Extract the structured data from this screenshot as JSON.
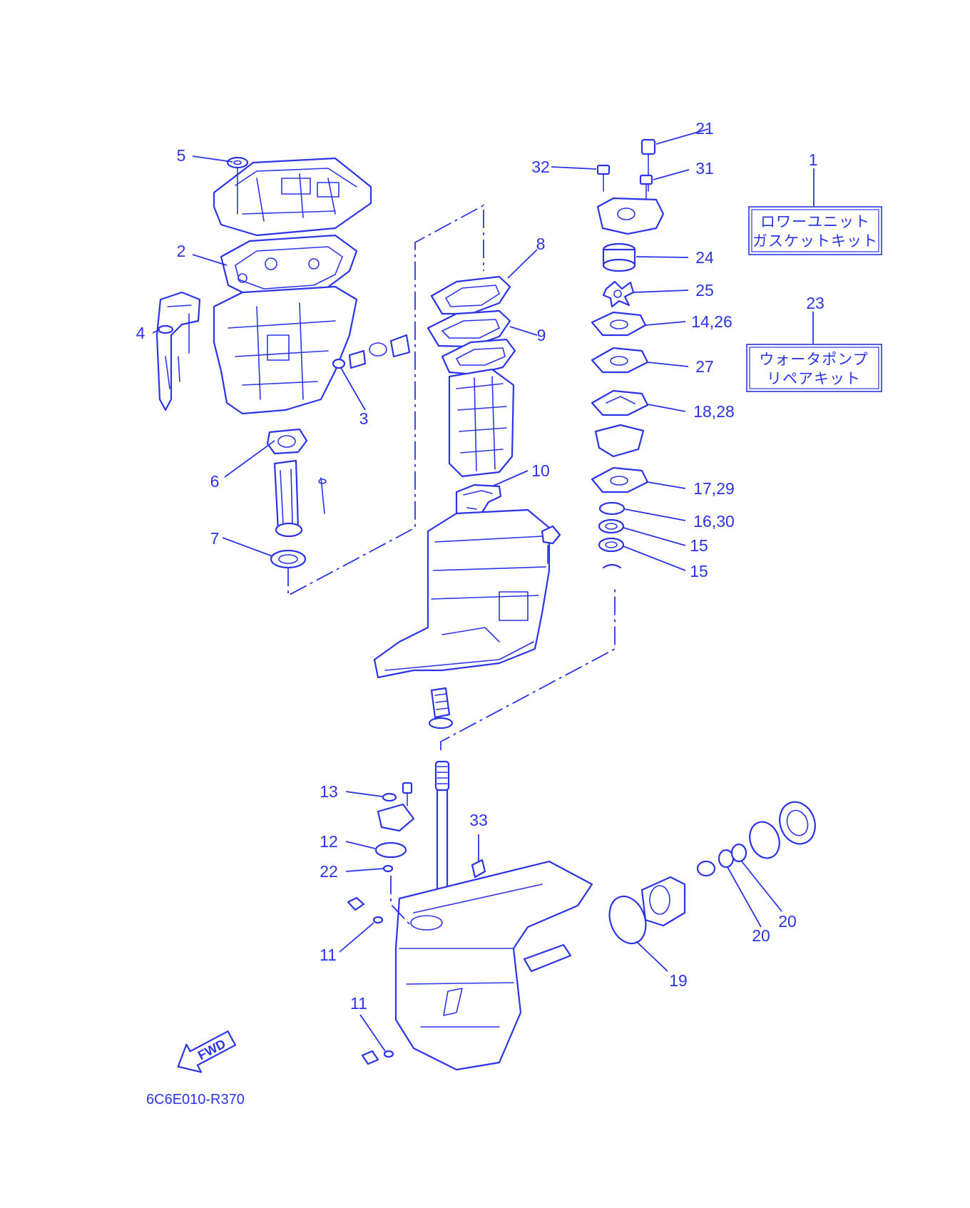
{
  "diagram_code": "6C6E010-R370",
  "fwd_label": "FWD",
  "colors": {
    "ink": "#2b34e6",
    "background": "#ffffff"
  },
  "callouts": {
    "c1": "1",
    "c2": "2",
    "c3": "3",
    "c4": "4",
    "c5": "5",
    "c6": "6",
    "c7": "7",
    "c8": "8",
    "c9": "9",
    "c10": "10",
    "c11a": "11",
    "c11b": "11",
    "c12": "12",
    "c13": "13",
    "c14_26": "14,26",
    "c15a": "15",
    "c15b": "15",
    "c16_30": "16,30",
    "c17_29": "17,29",
    "c18_28": "18,28",
    "c19": "19",
    "c20a": "20",
    "c20b": "20",
    "c21": "21",
    "c22": "22",
    "c23": "23",
    "c24": "24",
    "c25": "25",
    "c27": "27",
    "c31": "31",
    "c32": "32",
    "c33": "33"
  },
  "kits": {
    "gasket_kit": {
      "line1": "ロワーユニット",
      "line2": "ガスケットキット"
    },
    "water_pump_kit": {
      "line1": "ウォータポンプ",
      "line2": "リペアキット"
    }
  }
}
